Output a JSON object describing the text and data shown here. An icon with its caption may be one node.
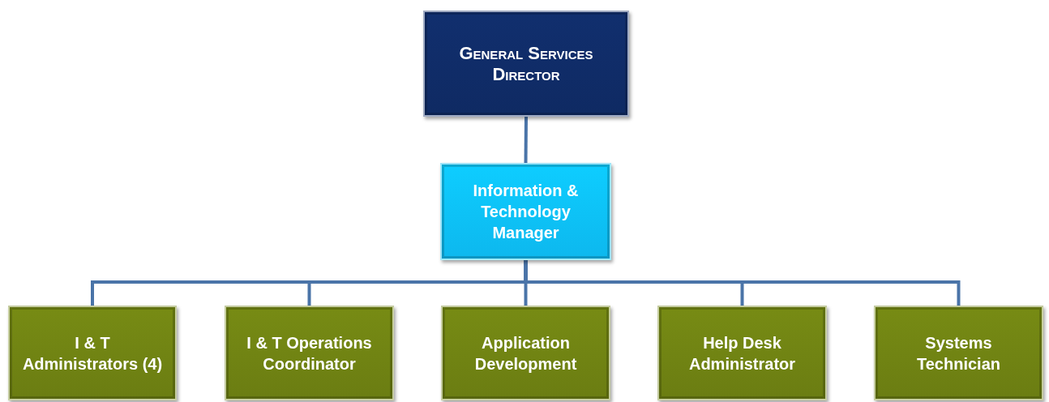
{
  "diagram": {
    "nodes": [
      {
        "text": [
          "General Services Director"
        ]
      },
      {
        "text": [
          "Information & Technology Manager"
        ]
      },
      {
        "text": [
          "I & T Administrators (4)"
        ]
      },
      {
        "text": [
          "I & T Operations Coordinator"
        ]
      },
      {
        "text": [
          "Application Development"
        ]
      },
      {
        "text": [
          "Help Desk Administrator"
        ]
      },
      {
        "text": [
          "Systems Technician"
        ]
      }
    ],
    "edges": [
      {
        "from": 0,
        "to": 1,
        "arrow": "none"
      },
      {
        "from": 1,
        "to": 2,
        "arrow": "none"
      },
      {
        "from": 1,
        "to": 3,
        "arrow": "none"
      },
      {
        "from": 1,
        "to": 4,
        "arrow": "none"
      },
      {
        "from": 1,
        "to": 5,
        "arrow": "none"
      },
      {
        "from": 1,
        "to": 6,
        "arrow": "none"
      }
    ]
  }
}
